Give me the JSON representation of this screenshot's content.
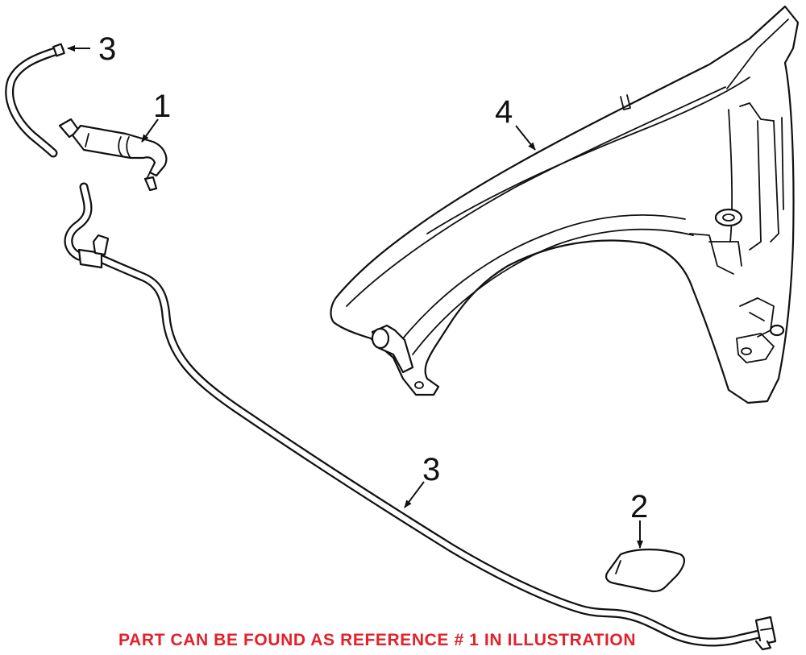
{
  "callouts": {
    "hose_top": "3",
    "nozzle": "1",
    "reservoir": "4",
    "hose_main": "3",
    "cap": "2"
  },
  "notice": "PART CAN BE FOUND AS REFERENCE # 1 IN ILLUSTRATION",
  "colors": {
    "notice": "#e4202a",
    "line": "#111111",
    "background": "#ffffff"
  }
}
